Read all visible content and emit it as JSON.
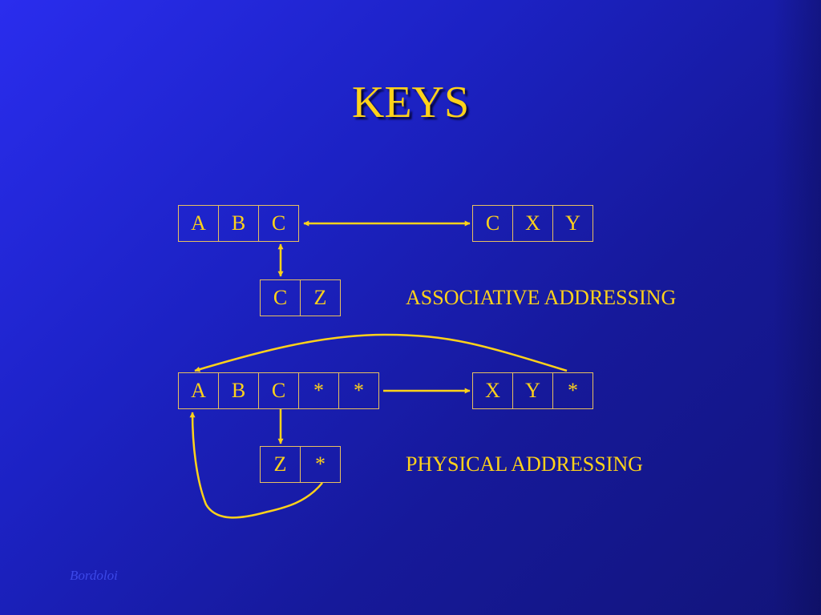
{
  "title": "KEYS",
  "associative": {
    "record1": [
      "A",
      "B",
      "C"
    ],
    "record2": [
      "C",
      "X",
      "Y"
    ],
    "record3": [
      "C",
      "Z"
    ],
    "label": "ASSOCIATIVE ADDRESSING"
  },
  "physical": {
    "record1": [
      "A",
      "B",
      "C",
      "*",
      "*"
    ],
    "record2": [
      "X",
      "Y",
      "*"
    ],
    "record3": [
      "Z",
      "*"
    ],
    "label": "PHYSICAL ADDRESSING"
  },
  "footer": "Bordoloi",
  "colors": {
    "text": "#ffd21a",
    "line": "#ffd21a",
    "background": "#1c22c4",
    "footer": "#3c48e8"
  }
}
